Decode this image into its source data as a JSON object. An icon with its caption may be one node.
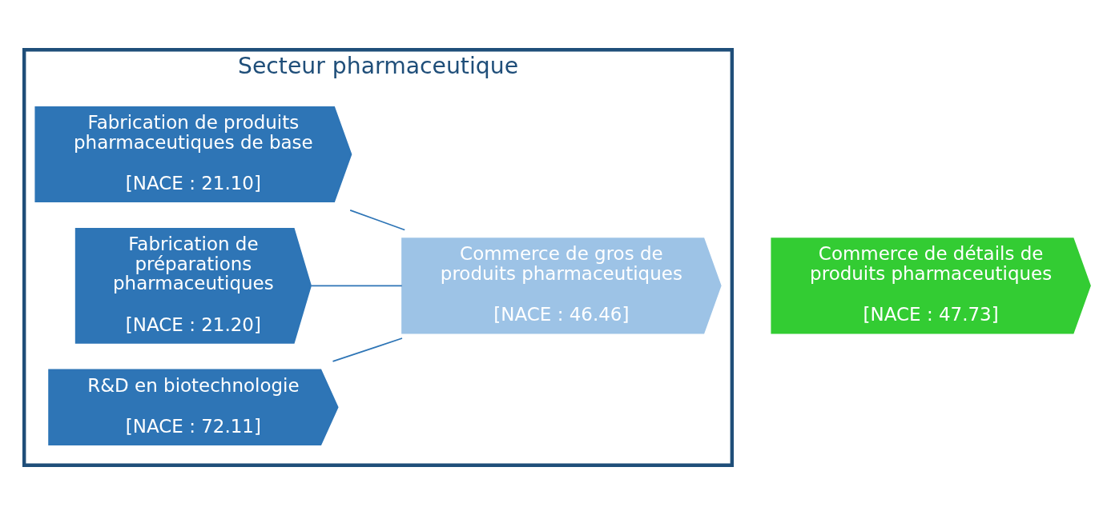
{
  "diagram": {
    "nodes": [
      {
        "text": [
          "Secteur pharmaceutique"
        ]
      },
      {
        "text": [
          "Fabrication de produits pharmaceutiques de base",
          "[NACE : 21.10]"
        ],
        "in": 0
      },
      {
        "text": [
          "Fabrication de préparations pharmaceutiques",
          "[NACE : 21.20]"
        ],
        "in": 0
      },
      {
        "text": [
          "R&D en biotechnologie",
          "[NACE : 72.11]"
        ],
        "in": 0
      },
      {
        "text": [
          "Commerce de gros de produits pharmaceutiques",
          "[NACE : 46.46]"
        ],
        "in": 0
      },
      {
        "text": [
          "Commerce de détails de produits pharmaceutiques",
          "[NACE : 47.73]"
        ]
      }
    ],
    "edges": [
      {
        "from": 1,
        "to": 4,
        "arrow": "none"
      },
      {
        "from": 2,
        "to": 4,
        "arrow": "none"
      },
      {
        "from": 3,
        "to": 4,
        "arrow": "none"
      }
    ]
  }
}
